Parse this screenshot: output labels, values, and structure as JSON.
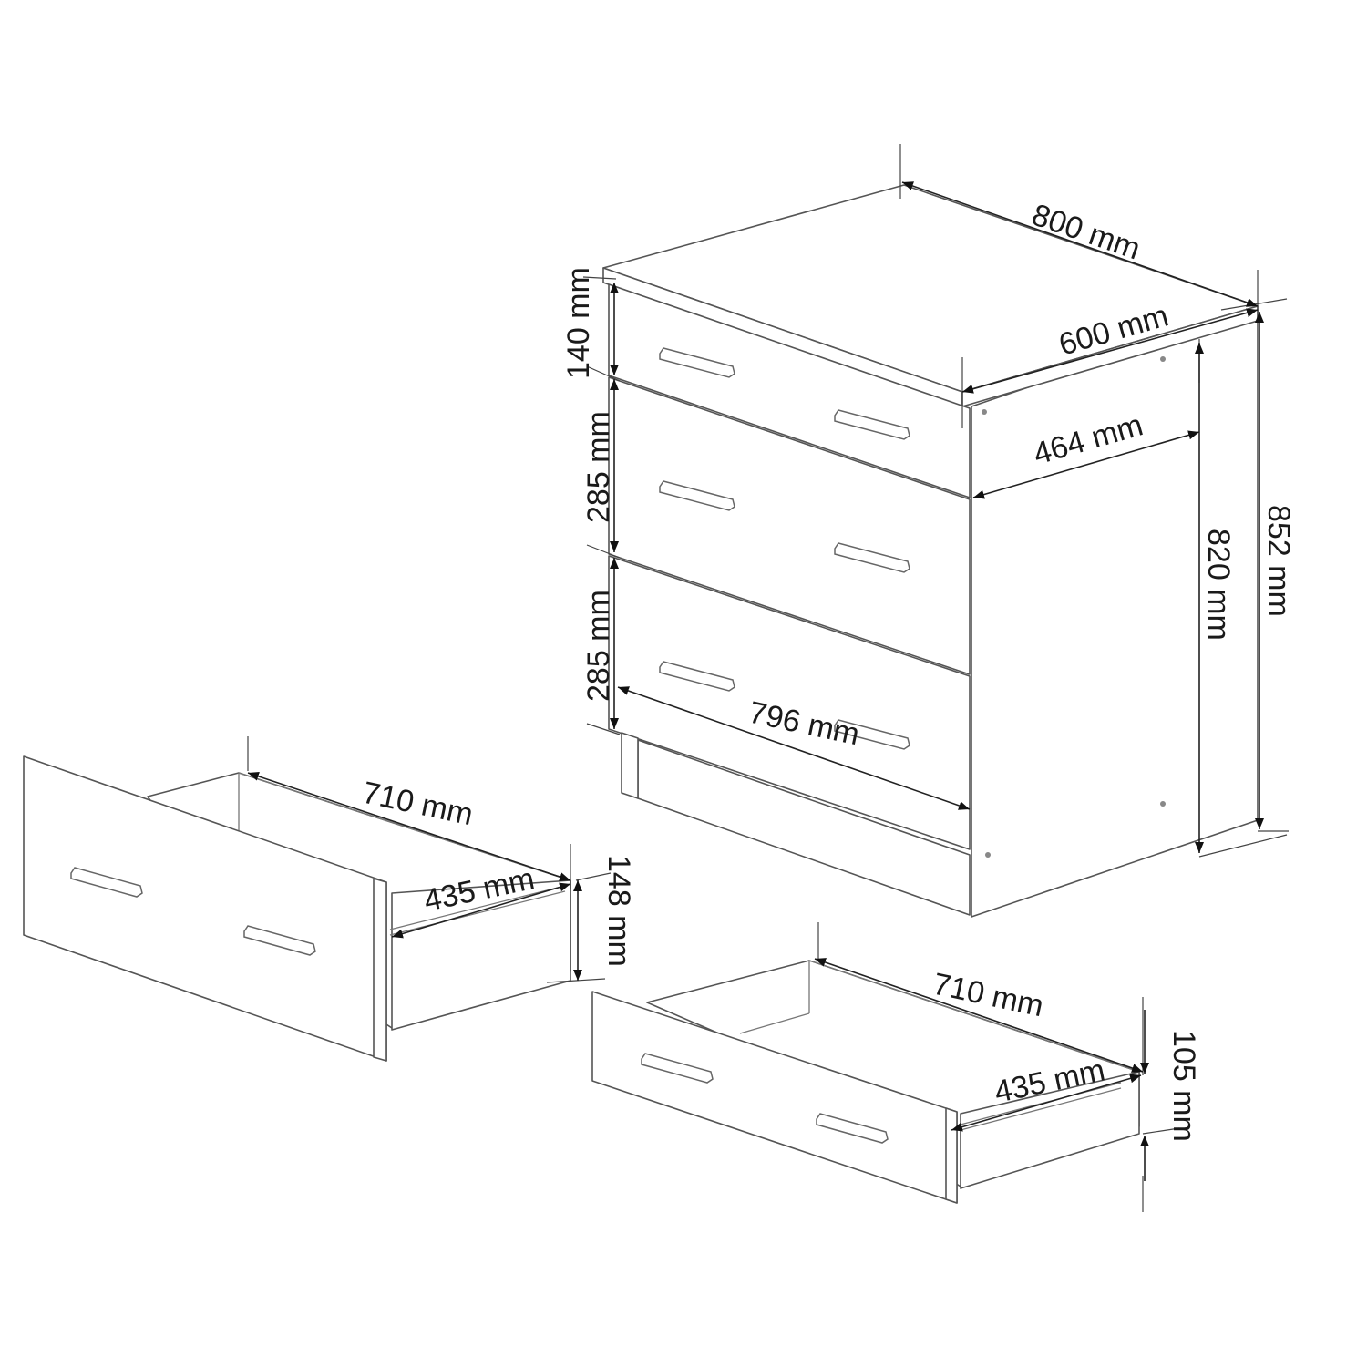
{
  "cabinet": {
    "width": "800 mm",
    "depth": "600 mm",
    "top_drawer_height": "140 mm",
    "middle_drawer_height": "285 mm",
    "bottom_drawer_height": "285 mm",
    "inner_depth": "464 mm",
    "body_height": "820 mm",
    "total_height": "852 mm",
    "front_width": "796 mm"
  },
  "drawer_large": {
    "length": "710 mm",
    "width": "435 mm",
    "height": "148 mm"
  },
  "drawer_small": {
    "length": "710 mm",
    "width": "435 mm",
    "height": "105 mm"
  },
  "colors": {
    "outline": "#555555",
    "dimension": "#222222",
    "background": "#ffffff"
  }
}
